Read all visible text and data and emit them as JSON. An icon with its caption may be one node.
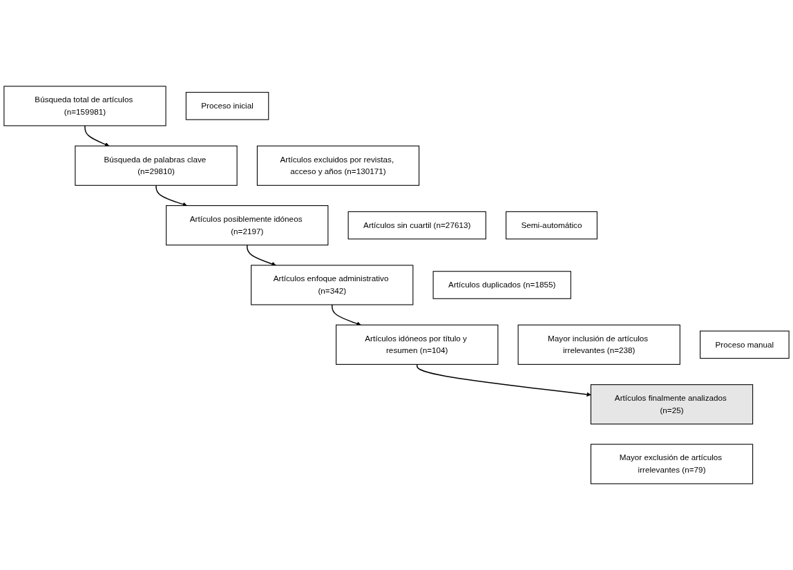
{
  "diagram": {
    "nodes": [
      {
        "text": [
          "Proceso inicial"
        ]
      },
      {
        "text": [
          "Búsqueda total de artículos (n=159981)"
        ]
      },
      {
        "text": [
          "Artículos excluidos por revistas, acceso y años (n=130171)"
        ]
      },
      {
        "text": [
          "Búsqueda de palabras clave (n=29810)"
        ]
      },
      {
        "text": [
          "Artículos sin cuartil (n=27613)"
        ]
      },
      {
        "text": [
          "Semi-automático"
        ]
      },
      {
        "text": [
          "Artículos posiblemente idóneos (n=2197)"
        ]
      },
      {
        "text": [
          "Artículos duplicados (n=1855)"
        ]
      },
      {
        "text": [
          "Artículos enfoque administrativo (n=342)"
        ]
      },
      {
        "text": [
          "Mayor inclusión de artículos irrelevantes (n=238)"
        ]
      },
      {
        "text": [
          "Proceso manual"
        ]
      },
      {
        "text": [
          "Artículos idóneos por título y resumen (n=104)"
        ]
      },
      {
        "text": [
          "Mayor exclusión de artículos irrelevantes (n=79)"
        ]
      },
      {
        "text": [
          "Artículos finalmente analizados (n=25)"
        ]
      }
    ],
    "edges": [
      {
        "from": 1,
        "to": 3,
        "arrow": "to"
      },
      {
        "from": 3,
        "to": 6,
        "arrow": "to"
      },
      {
        "from": 6,
        "to": 8,
        "arrow": "to"
      },
      {
        "from": 8,
        "to": 11,
        "arrow": "to"
      },
      {
        "from": 11,
        "to": 13,
        "arrow": "to"
      }
    ]
  }
}
